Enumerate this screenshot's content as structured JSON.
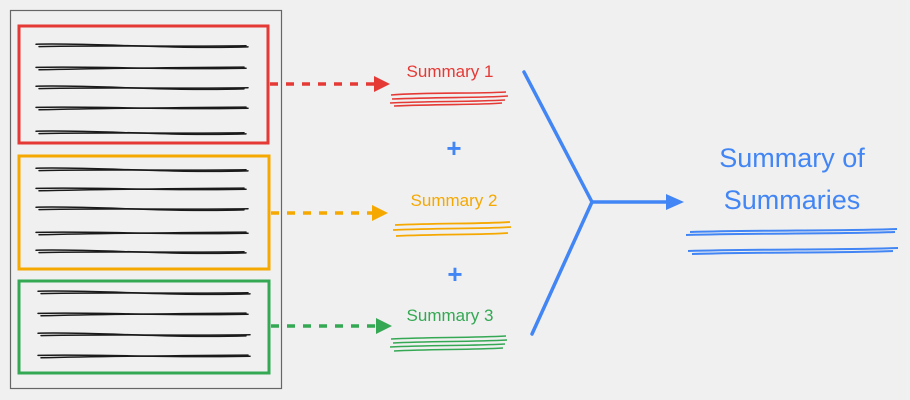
{
  "colors": {
    "background": "#f0f0f0",
    "document_border": "#666666",
    "scribble": "#1a1a1a",
    "chunk_1": "#e53935",
    "chunk_2": "#f5a800",
    "chunk_3": "#34a853",
    "result": "#4285f4"
  },
  "chunks": [
    {
      "summary_label": "Summary 1",
      "color": "#e53935"
    },
    {
      "summary_label": "Summary 2",
      "color": "#f5a800"
    },
    {
      "summary_label": "Summary 3",
      "color": "#34a853"
    }
  ],
  "operators": {
    "plus_1": "+",
    "plus_2": "+"
  },
  "result": {
    "line_1": "Summary of",
    "line_2": "Summaries",
    "color": "#4285f4"
  }
}
